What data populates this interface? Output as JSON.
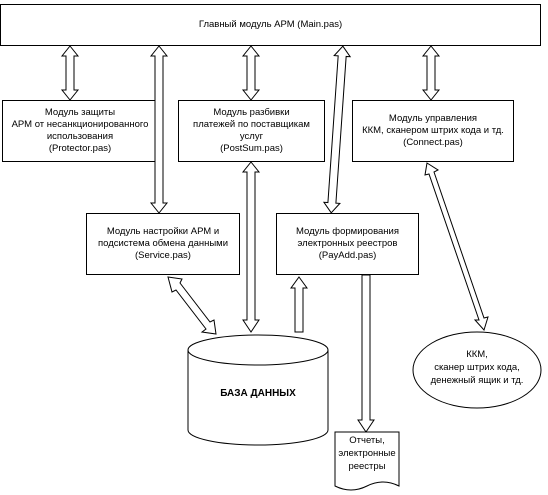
{
  "nodes": {
    "main": {
      "label": "Главный модуль АРМ (Main.pas)"
    },
    "protector": {
      "label": "Модуль защиты\nАРМ от несанкционированного\nиспользования\n(Protector.pas)"
    },
    "postsum": {
      "label": "Модуль разбивки\nплатежей по поставщикам\nуслуг\n(PostSum.pas)"
    },
    "connect": {
      "label": "Модуль управления\nККМ, сканером штрих кода и тд.\n(Connect.pas)"
    },
    "service": {
      "label": "Модуль настройки АРМ и\nподсистема обмена данными\n(Service.pas)"
    },
    "payadd": {
      "label": "Модуль формирования\nэлектронных реестров\n(PayAdd.pas)"
    },
    "database": {
      "label": "БАЗА ДАННЫХ"
    },
    "devices": {
      "label": "ККМ,\nсканер штрих кода,\nденежный ящик и тд."
    },
    "reports": {
      "label": "Отчеты,\nэлектронные\nреестры"
    }
  }
}
